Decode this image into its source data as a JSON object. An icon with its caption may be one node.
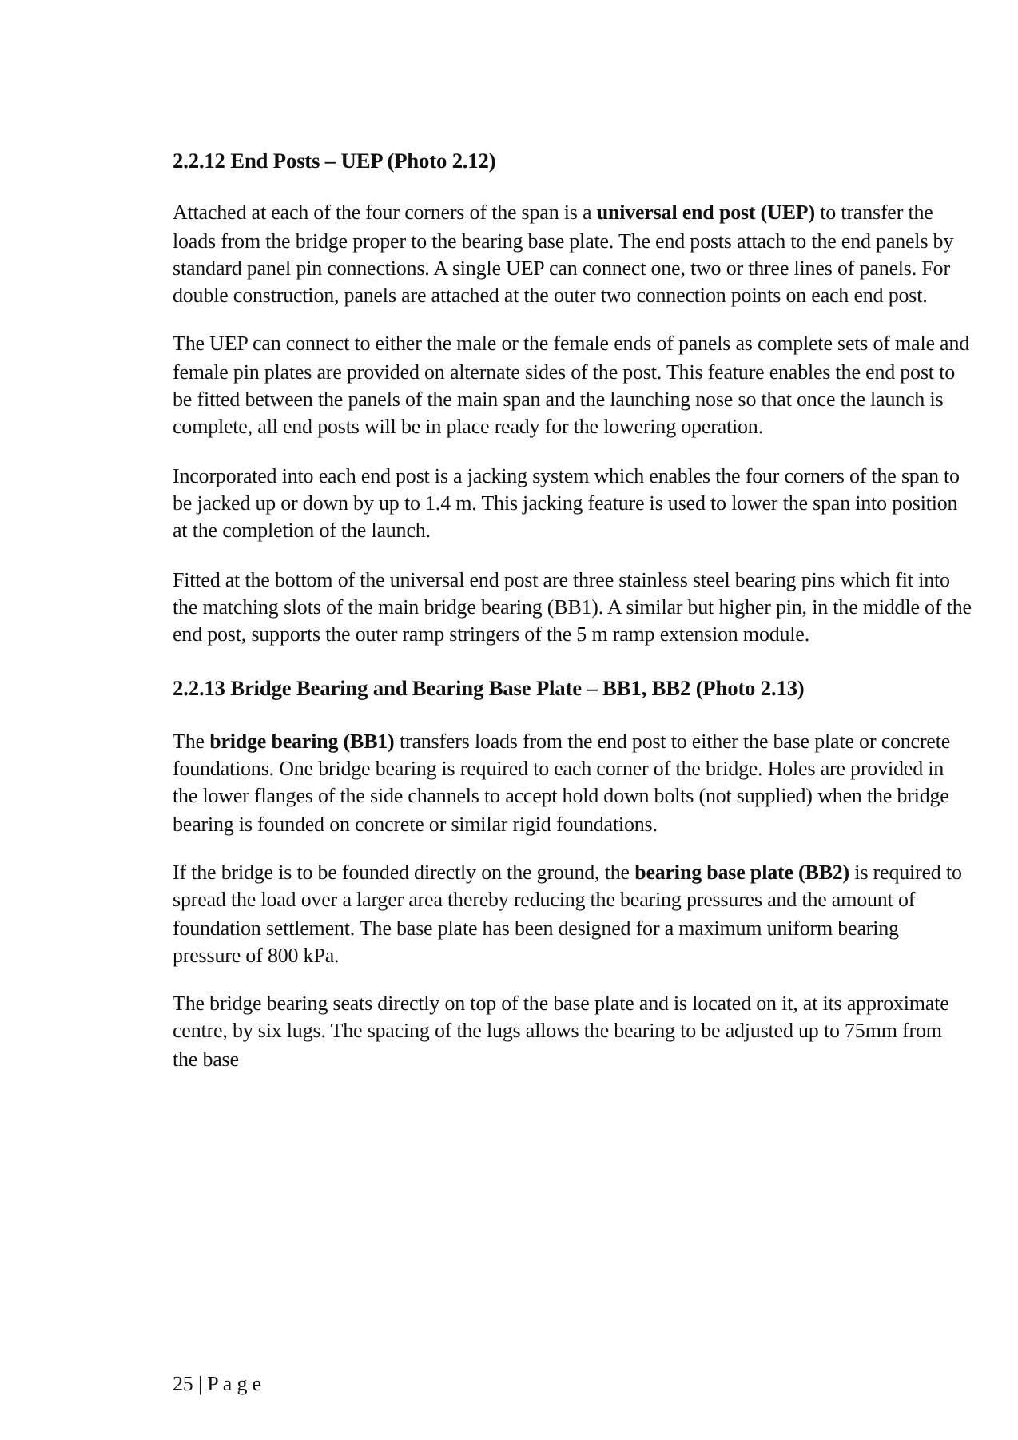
{
  "diagram": {
    "labels": [
      "2.2.12 End Posts – UEP (Photo 2.12)",
      "Attached at each of the four corners of the span is a **universal end post (UEP)** to transfer the loads from the bridge proper to the bearing base plate. The end posts attach to the end panels by standard panel pin connections. A single UEP can connect one, two or three lines of panels. For double construction, panels are attached at the outer two connection points on each end post.",
      "The UEP can connect to either the male or the female ends of panels as complete sets of male and female pin plates are provided on alternate sides of the post. This feature enables the end post to be fitted between the panels of the main span and the launching nose so that once the launch is complete, all end posts will be in place ready for the lowering operation.",
      "Incorporated into each end post is a jacking system which enables the four corners of the span to be jacked up or down by up to 1.4 m. This jacking feature is used to lower the span into position at the completion of the launch.",
      "Fitted at the bottom of the universal end post are three stainless steel bearing pins which fit into the matching slots of the main bridge bearing (BB1). A similar but higher pin, in the middle of the end post, supports the outer ramp stringers of the 5 m ramp extension module.",
      "2.2.13 Bridge Bearing and Bearing Base Plate – BB1, BB2 (Photo 2.13)",
      "The **bridge bearing (BB1)** transfers loads from the end post to either the base plate or concrete foundations. One bridge bearing is required to each corner of the bridge. Holes are provided in the lower flanges of the side channels to accept hold down bolts (not supplied) when the bridge bearing is founded on concrete or similar rigid foundations.",
      "If the bridge is to be founded directly on the ground, the **bearing base plate (BB2)** is required to spread the load over a larger area thereby reducing the bearing pressures and the amount of foundation settlement. The base plate has been designed for a maximum uniform bearing pressure of 800  kPa.",
      "The bridge bearing seats directly on top of the base plate and is located on it, at its approximate centre, by six lugs. The spacing of the lugs allows the bearing to be adjusted up to 75mm from the base",
      "25 | P a g e"
    ]
  }
}
